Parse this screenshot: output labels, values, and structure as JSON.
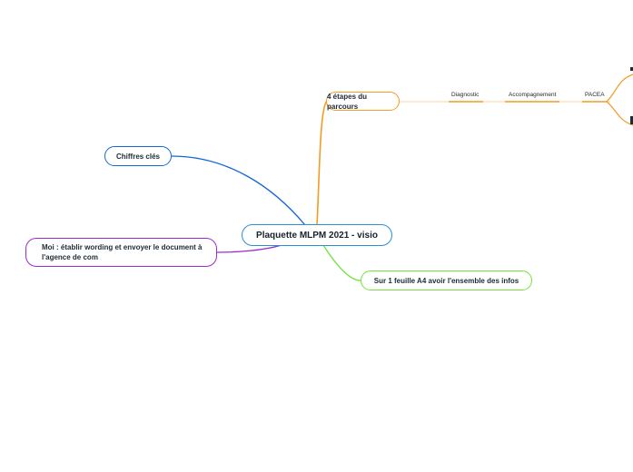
{
  "root": {
    "label": "Plaquette MLPM 2021 - visio",
    "color": "#2a8fd6"
  },
  "branches": {
    "chiffres": {
      "label": "Chiffres clés",
      "color": "#1565d8"
    },
    "etapes": {
      "label": "4 étapes du parcours",
      "color": "#f39c24",
      "children": [
        "Diagnostic",
        "Accompagnement",
        "PACEA"
      ]
    },
    "moi": {
      "label": "Moi : établir wording et envoyer le document à l'agence de com",
      "color": "#9b2bd1"
    },
    "feuille": {
      "label": "Sur 1 feuille A4 avoir l'ensemble des infos",
      "color": "#70e23b"
    }
  }
}
